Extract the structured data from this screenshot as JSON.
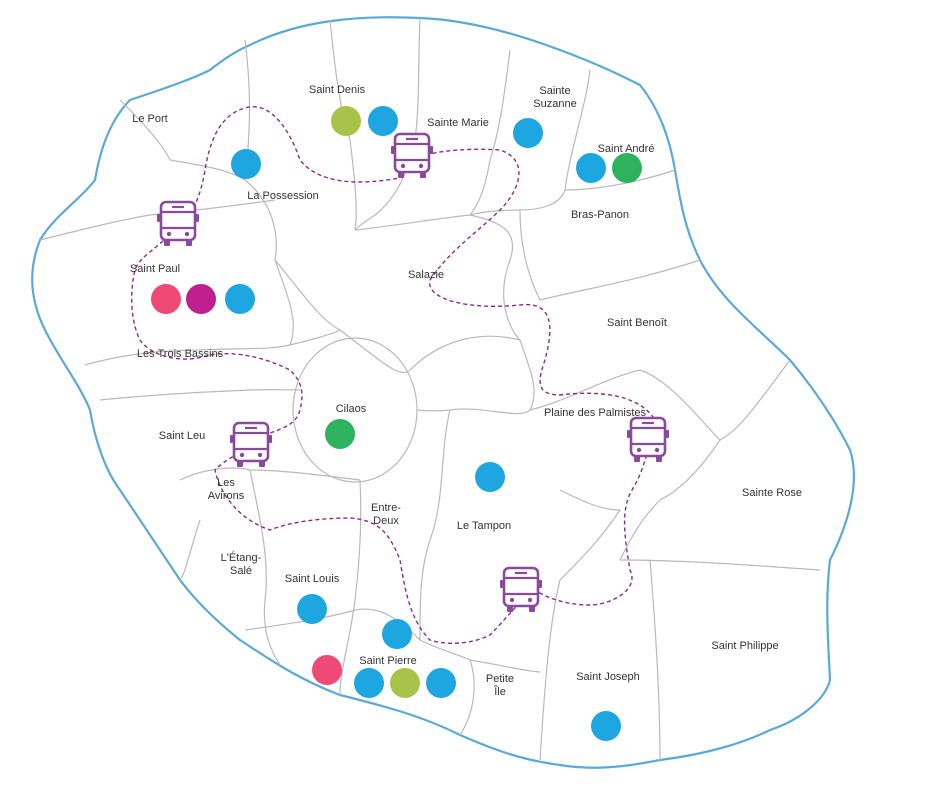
{
  "colors": {
    "coast": "#5aa9d6",
    "boundary": "#b9b9b9",
    "route": "#8e2a8a",
    "bus": "#8a4a9c",
    "blue": "#1ea6e0",
    "light-green": "#a8c34a",
    "green": "#2db35e",
    "pink": "#ee4a75",
    "magenta": "#c01f8f"
  },
  "labels": [
    {
      "id": "le-port",
      "lines": [
        "Le Port"
      ]
    },
    {
      "id": "saint-denis",
      "lines": [
        "Saint Denis"
      ]
    },
    {
      "id": "sainte-marie",
      "lines": [
        "Sainte Marie"
      ]
    },
    {
      "id": "sainte-suzanne",
      "lines": [
        "Sainte",
        "Suzanne"
      ]
    },
    {
      "id": "saint-andre",
      "lines": [
        "Saint André"
      ]
    },
    {
      "id": "la-possession",
      "lines": [
        "La Possession"
      ]
    },
    {
      "id": "bras-panon",
      "lines": [
        "Bras-Panon"
      ]
    },
    {
      "id": "salazie",
      "lines": [
        "Salazie"
      ]
    },
    {
      "id": "saint-paul",
      "lines": [
        "Saint Paul"
      ]
    },
    {
      "id": "saint-benoit",
      "lines": [
        "Saint Benoît"
      ]
    },
    {
      "id": "les-trois-bassins",
      "lines": [
        "Les Trois Bassins"
      ]
    },
    {
      "id": "cilaos",
      "lines": [
        "Cilaos"
      ]
    },
    {
      "id": "plaine-des-palmistes",
      "lines": [
        "Plaine des Palmistes"
      ]
    },
    {
      "id": "saint-leu",
      "lines": [
        "Saint Leu"
      ]
    },
    {
      "id": "les-avirons",
      "lines": [
        "Les",
        "Avirons"
      ]
    },
    {
      "id": "sainte-rose",
      "lines": [
        "Sainte Rose"
      ]
    },
    {
      "id": "entre-deux",
      "lines": [
        "Entre-",
        "Deux"
      ]
    },
    {
      "id": "le-tampon",
      "lines": [
        "Le Tampon"
      ]
    },
    {
      "id": "l-etang-sale",
      "lines": [
        "L'Étang-",
        "Salé"
      ]
    },
    {
      "id": "saint-louis",
      "lines": [
        "Saint Louis"
      ]
    },
    {
      "id": "saint-philippe",
      "lines": [
        "Saint Philippe"
      ]
    },
    {
      "id": "saint-pierre",
      "lines": [
        "Saint Pierre"
      ]
    },
    {
      "id": "saint-joseph",
      "lines": [
        "Saint Joseph"
      ]
    },
    {
      "id": "petite-ile",
      "lines": [
        "Petite",
        "Île"
      ]
    }
  ],
  "markers": [
    {
      "commune": "saint-denis",
      "color": "light-green"
    },
    {
      "commune": "saint-denis",
      "color": "blue"
    },
    {
      "commune": "sainte-suzanne",
      "color": "blue"
    },
    {
      "commune": "saint-andre",
      "color": "blue"
    },
    {
      "commune": "saint-andre",
      "color": "green"
    },
    {
      "commune": "la-possession",
      "color": "blue"
    },
    {
      "commune": "saint-paul",
      "color": "pink"
    },
    {
      "commune": "saint-paul",
      "color": "magenta"
    },
    {
      "commune": "saint-paul",
      "color": "blue"
    },
    {
      "commune": "cilaos",
      "color": "green"
    },
    {
      "commune": "le-tampon",
      "color": "blue"
    },
    {
      "commune": "saint-louis",
      "color": "blue"
    },
    {
      "commune": "saint-pierre",
      "color": "blue"
    },
    {
      "commune": "saint-pierre",
      "color": "pink"
    },
    {
      "commune": "saint-pierre",
      "color": "blue"
    },
    {
      "commune": "saint-pierre",
      "color": "light-green"
    },
    {
      "commune": "saint-pierre",
      "color": "blue"
    },
    {
      "commune": "saint-joseph",
      "color": "blue"
    }
  ],
  "bus_stops": [
    "saint-denis",
    "saint-paul",
    "saint-leu",
    "plaine-des-palmistes",
    "le-tampon"
  ]
}
